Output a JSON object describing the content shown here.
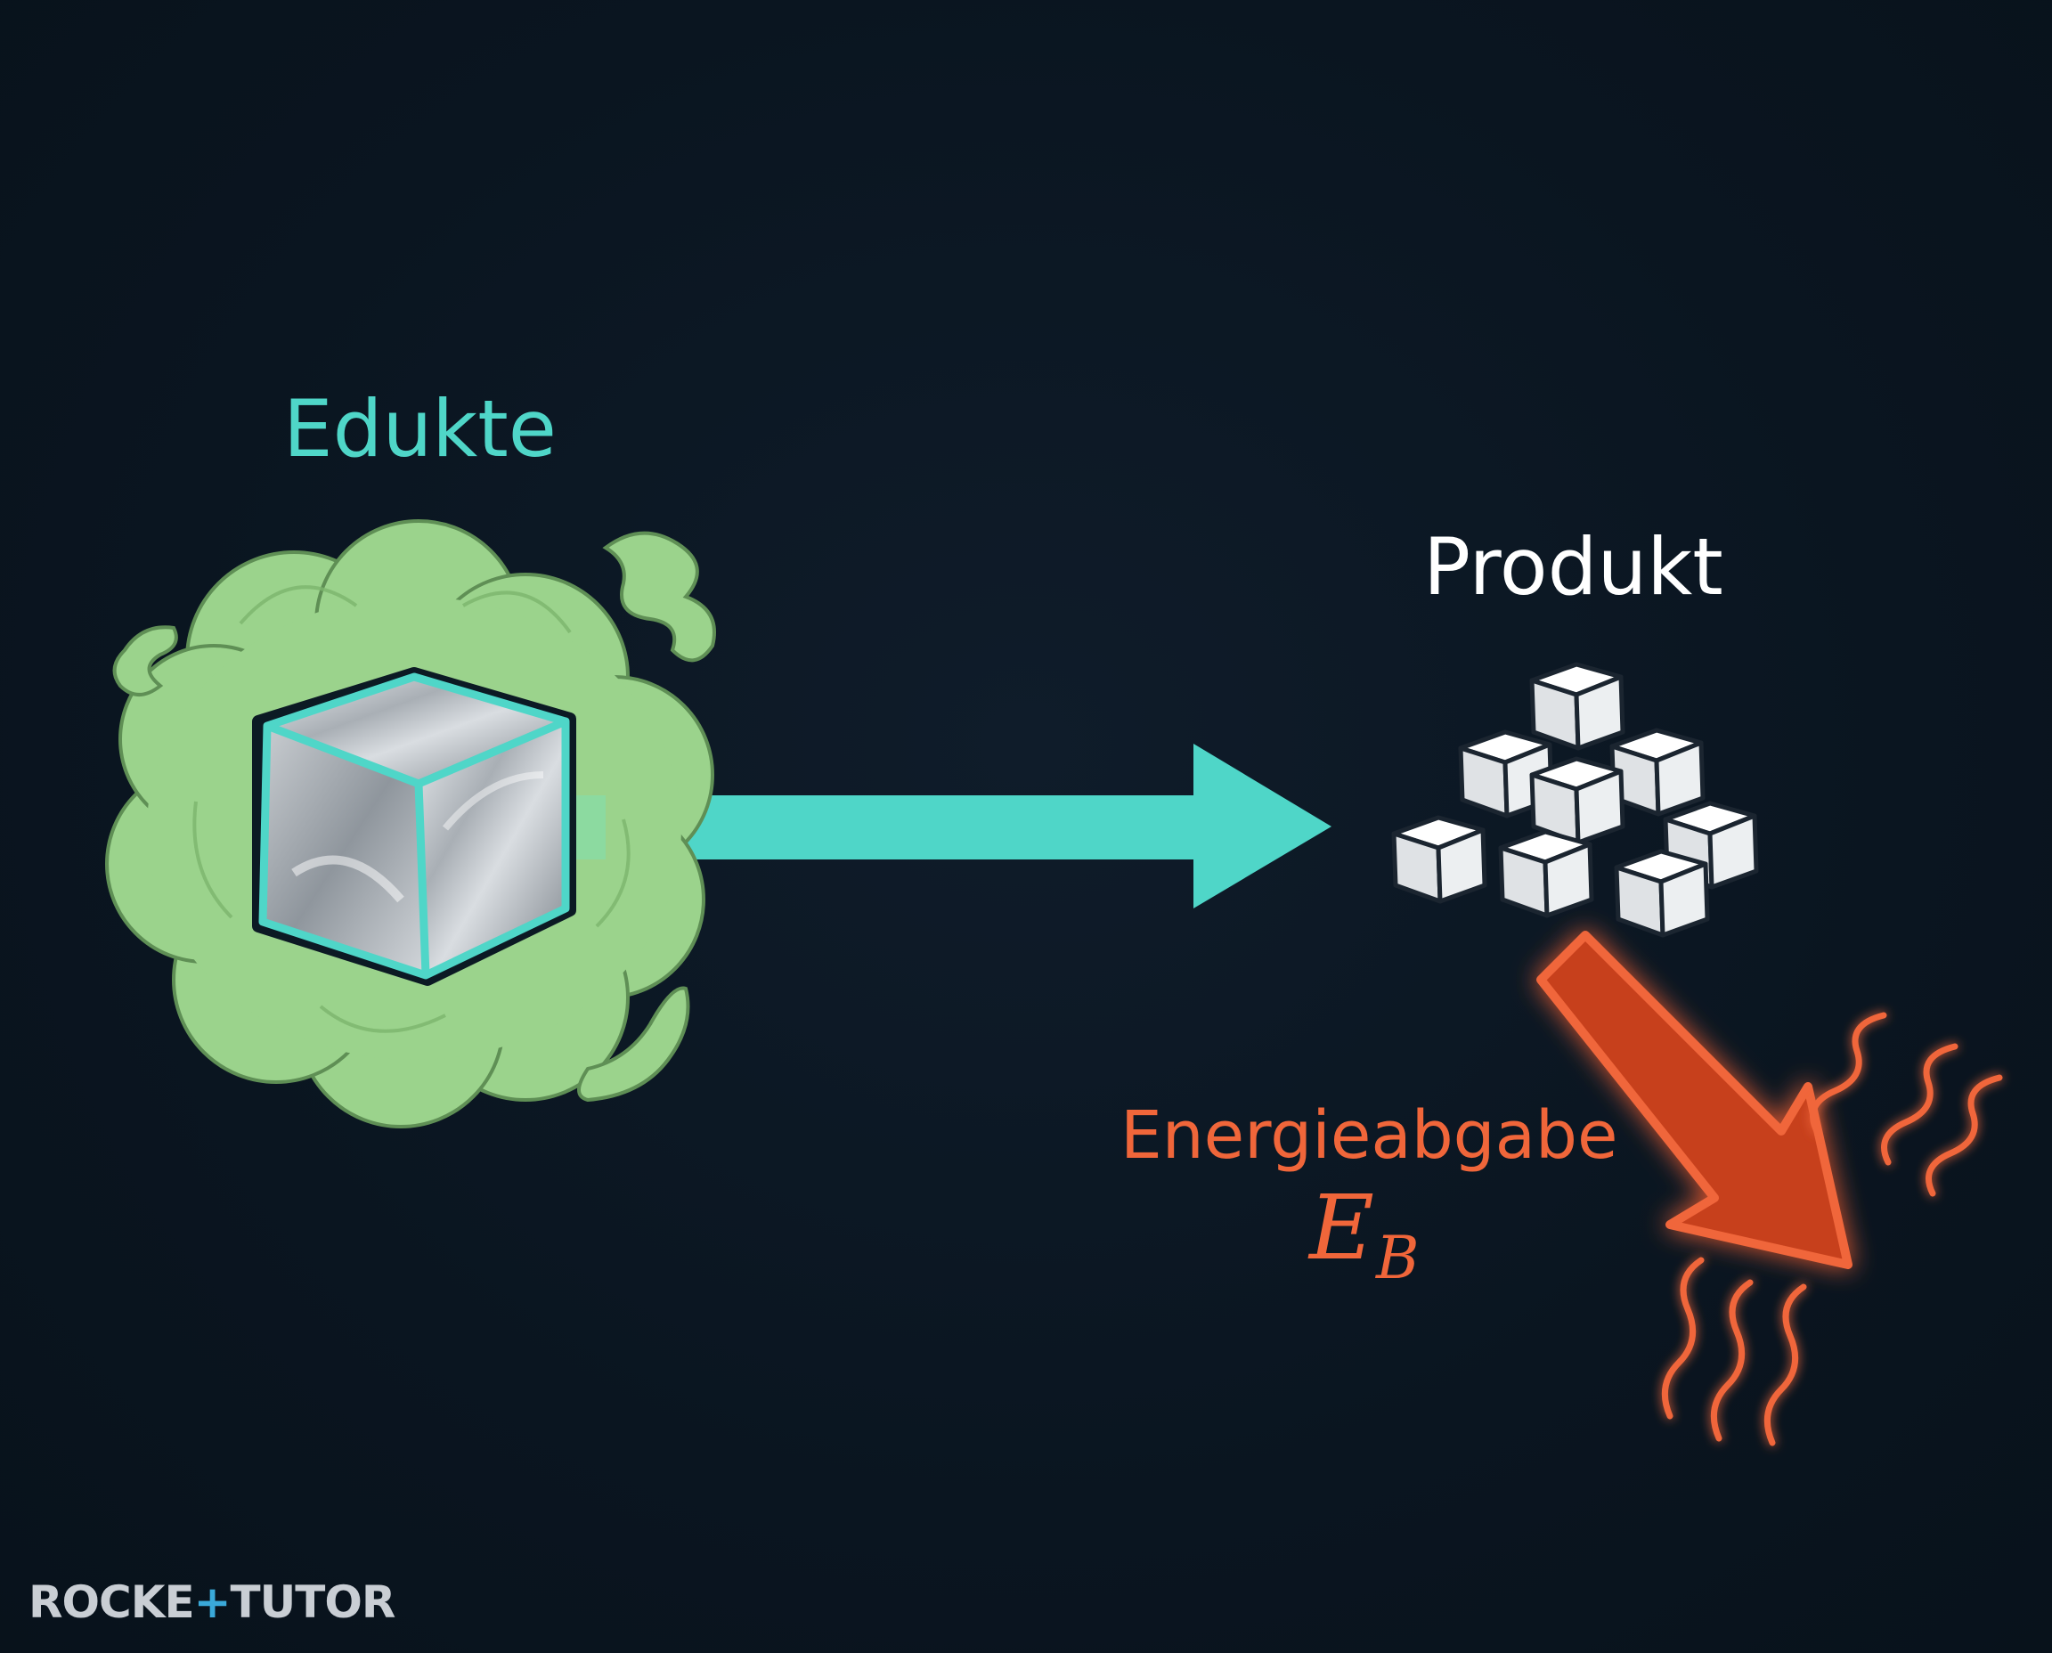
{
  "diagram": {
    "reactant_label": "Edukte",
    "product_label": "Produkt",
    "energy_label": "Energieabgabe",
    "energy_symbol": "E",
    "energy_symbol_subscript": "B",
    "colors": {
      "background": "#0b1622",
      "reactant_accent": "#4fd6c8",
      "cloud": "#9bd38c",
      "reaction_arrow": "#4fd6c8",
      "product_cubes": "#f1f2f3",
      "energy": "#f0663a",
      "energy_arrow_fill": "#c7411e"
    },
    "icons": [
      "gas-cloud-icon",
      "metal-cube-icon",
      "reaction-arrow-icon",
      "crystal-cubes-icon",
      "energy-release-arrow-icon",
      "heat-waves-icon"
    ]
  },
  "branding": {
    "logo_text_part1": "ROCKE",
    "logo_plus": "+",
    "logo_text_part2": "TUTOR"
  }
}
